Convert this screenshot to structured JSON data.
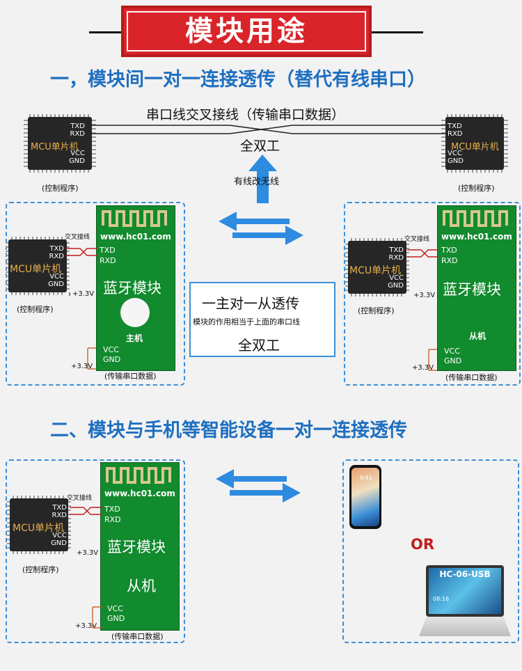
{
  "title": "模块用途",
  "section1": "一，模块间一对一连接透传（替代有线串口）",
  "section2": "二、模块与手机等智能设备一对一连接透传",
  "top": {
    "cross_label": "串口线交叉接线（传输串口数据）",
    "duplex": "全双工",
    "wireless": "有线改无线",
    "left_ctrl": "(控制程序)",
    "right_ctrl": "(控制程序)"
  },
  "mcu": {
    "label": "MCU单片机",
    "txd": "TXD",
    "rxd": "RXD",
    "vcc": "VCC",
    "gnd": "GND",
    "ctrl": "(控制程序)",
    "cross": "交叉接线",
    "v33": "+3.3V"
  },
  "module": {
    "url": "www.hc01.com",
    "title": "蓝牙模块",
    "txd": "TXD",
    "rxd": "RXD",
    "vcc": "VCC",
    "gnd": "GND",
    "master": "主机",
    "slave": "从机",
    "data": "(传输串口数据)",
    "v33": "+3.3V"
  },
  "center": {
    "line1": "一主对一从透传",
    "line2": "模块的作用相当于上面的串口线",
    "line3": "全双工"
  },
  "bottom": {
    "or": "OR",
    "laptop": "HC-06-USB",
    "phone_time": "9:41",
    "laptop_time": "08:16"
  },
  "colors": {
    "accent": "#1e6fc0",
    "banner": "#d9242a",
    "module": "#128a2e",
    "dash": "#3a8fd8"
  }
}
